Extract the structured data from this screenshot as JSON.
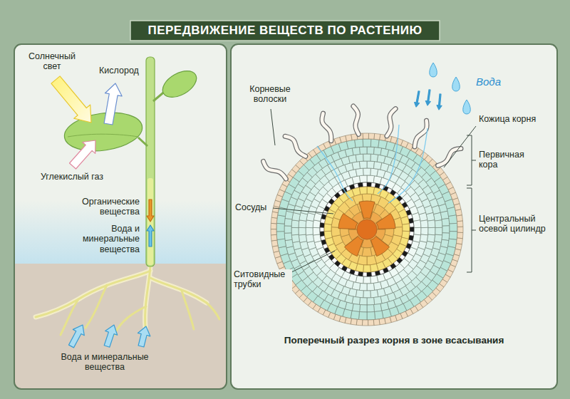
{
  "diagram": {
    "title": "ПЕРЕДВИЖЕНИЕ ВЕЩЕСТВ ПО РАСТЕНИЮ",
    "caption": "Поперечный разрез корня в зоне всасывания",
    "labels": [
      "Солнечный свет",
      "Кислород",
      "Углекислый газ",
      "Органические вещества",
      "Вода и минеральные вещества",
      "Вода и минеральные вещества",
      "Корневые волоски",
      "Вода",
      "Кожица корня",
      "Первичная кора",
      "Сосуды",
      "Центральный осевой цилиндр",
      "Ситовидные трубки"
    ]
  }
}
